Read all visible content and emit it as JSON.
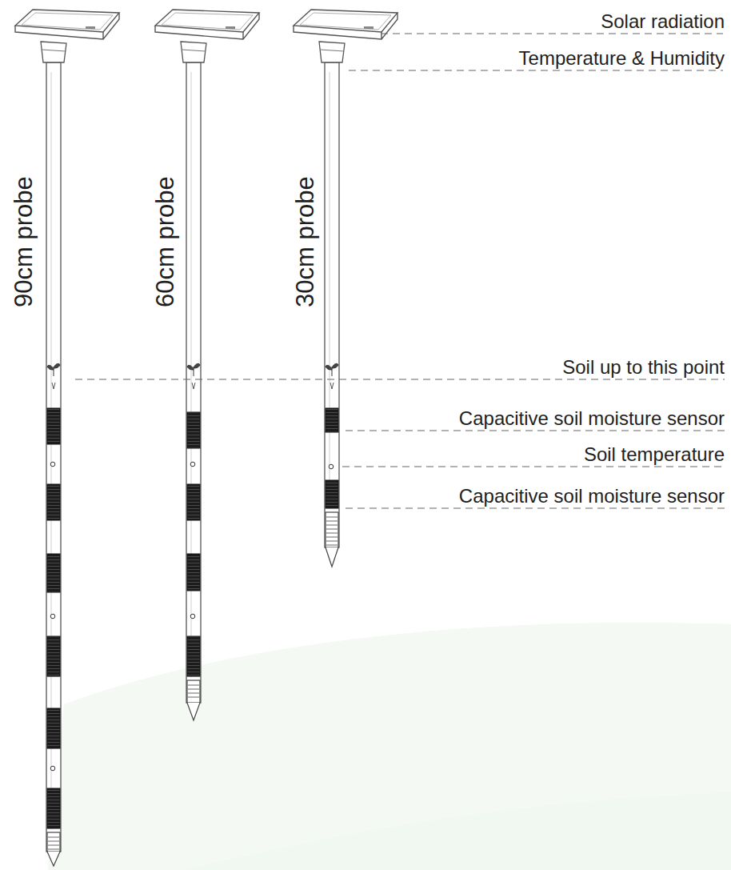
{
  "diagram": {
    "labels": [
      "Solar radiation",
      "Temperature & Humidity",
      "Soil up to this point",
      "Capacitive soil moisture sensor",
      "Soil temperature",
      "Capacitive soil moisture sensor",
      "90cm probe",
      "60cm probe",
      "30cm probe"
    ]
  }
}
